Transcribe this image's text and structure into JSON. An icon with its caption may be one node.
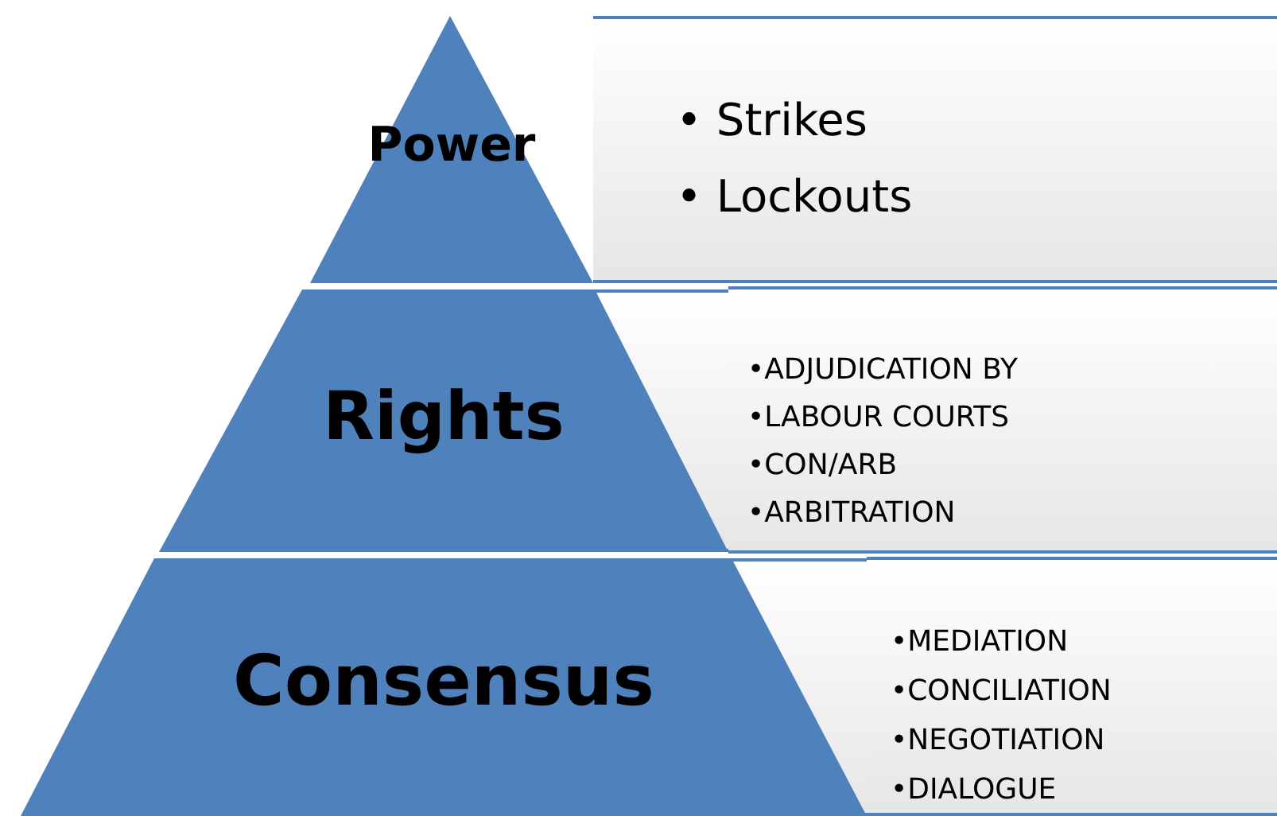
{
  "diagram": {
    "nodes": [
      {
        "text": [
          "Power"
        ]
      },
      {
        "text": [
          "• Strikes",
          "• Lockouts"
        ]
      },
      {
        "text": [
          "Rights"
        ]
      },
      {
        "text": [
          "•ADJUDICATION BY",
          "•LABOUR COURTS",
          "•CON/ARB",
          "•ARBITRATION"
        ]
      },
      {
        "text": [
          "Consensus"
        ]
      },
      {
        "text": [
          "•MEDIATION",
          "•CONCILIATION",
          "•NEGOTIATION",
          "•DIALOGUE"
        ]
      }
    ]
  }
}
